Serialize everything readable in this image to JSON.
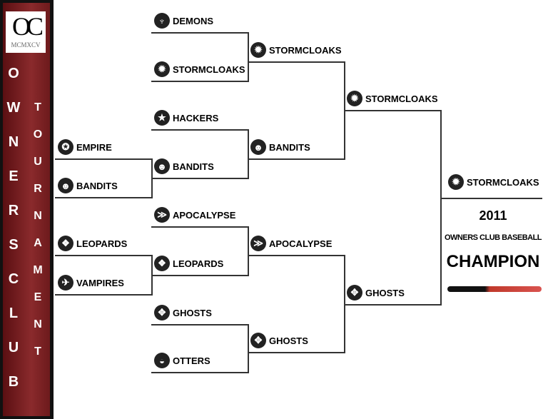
{
  "logo": {
    "letters": "OC",
    "year": "MCMXCV"
  },
  "sidebar": {
    "word1": [
      "O",
      "W",
      "N",
      "E",
      "R",
      "S",
      "C",
      "L",
      "U",
      "B"
    ],
    "word2": [
      "T",
      "O",
      "U",
      "R",
      "N",
      "A",
      "M",
      "E",
      "N",
      "T"
    ]
  },
  "round1": [
    {
      "name": "EMPIRE",
      "icon": "empire-icon"
    },
    {
      "name": "BANDITS",
      "icon": "bandit-icon"
    },
    {
      "name": "LEOPARDS",
      "icon": "leopard-icon"
    },
    {
      "name": "VAMPIRES",
      "icon": "bat-icon"
    }
  ],
  "round2": [
    {
      "name": "DEMONS",
      "icon": "demon-icon"
    },
    {
      "name": "STORMCLOAKS",
      "icon": "paw-icon"
    },
    {
      "name": "HACKERS",
      "icon": "texas-icon"
    },
    {
      "name": "BANDITS",
      "icon": "bandit-icon"
    },
    {
      "name": "APOCALYPSE",
      "icon": "horsemen-icon"
    },
    {
      "name": "LEOPARDS",
      "icon": "leopard-icon"
    },
    {
      "name": "GHOSTS",
      "icon": "ghost-icon"
    },
    {
      "name": "OTTERS",
      "icon": "otter-icon"
    }
  ],
  "round3": [
    {
      "name": "STORMCLOAKS",
      "icon": "paw-icon"
    },
    {
      "name": "BANDITS",
      "icon": "bandit-icon"
    },
    {
      "name": "APOCALYPSE",
      "icon": "horsemen-icon"
    },
    {
      "name": "GHOSTS",
      "icon": "ghost-icon"
    }
  ],
  "round4": [
    {
      "name": "STORMCLOAKS",
      "icon": "paw-icon"
    },
    {
      "name": "GHOSTS",
      "icon": "ghost-icon"
    }
  ],
  "champion": {
    "name": "STORMCLOAKS",
    "icon": "paw-icon",
    "year": "2011",
    "league": "OWNERS CLUB BASEBALL",
    "title": "CHAMPION"
  }
}
